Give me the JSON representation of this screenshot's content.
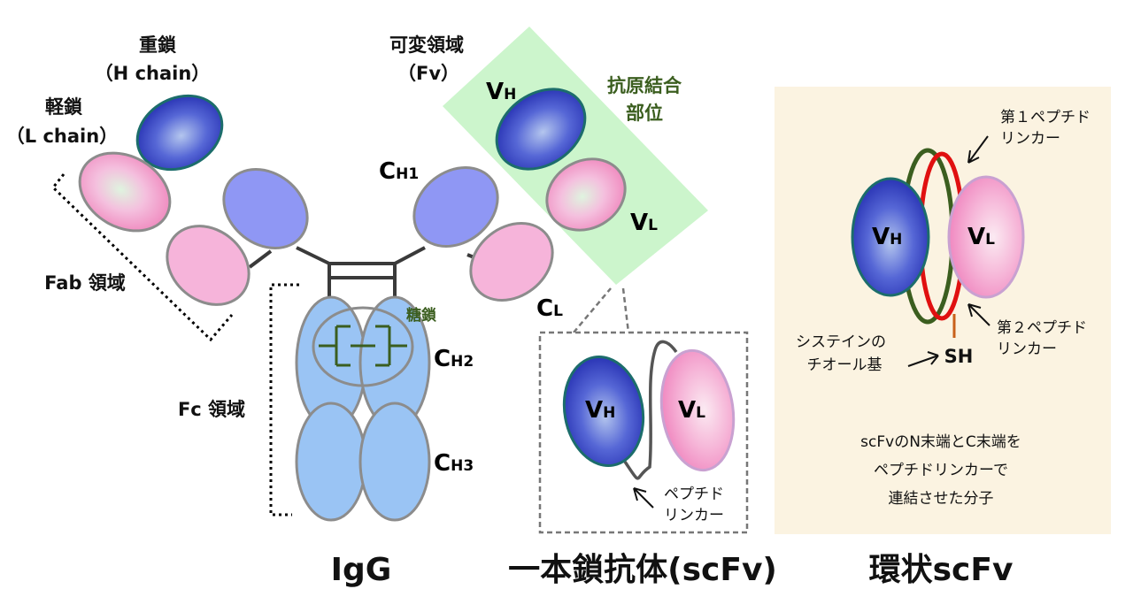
{
  "igg": {
    "heavy_chain_1": "重鎖",
    "heavy_chain_2": "（H chain）",
    "light_chain_1": "軽鎖",
    "light_chain_2": "（L chain）",
    "variable_region_1": "可変領域",
    "variable_region_2": "（Fv）",
    "antigen_binding_1": "抗原結合",
    "antigen_binding_2": "部位",
    "fab_region": "Fab 領域",
    "fc_region": "Fc 領域",
    "sugar_chain": "糖鎖",
    "caption": "IgG"
  },
  "domains": {
    "V": "V",
    "C": "C",
    "H": "H",
    "L": "L",
    "H1": "H1",
    "H2": "H2",
    "H3": "H3"
  },
  "scfv": {
    "linker_1": "ペプチド",
    "linker_2": "リンカー",
    "caption": "一本鎖抗体(scFv)"
  },
  "cyclic": {
    "linker1_1": "第１ペプチド",
    "linker1_2": "リンカー",
    "linker2_1": "第２ペプチド",
    "linker2_2": "リンカー",
    "thiol_1": "システインの",
    "thiol_2": "チオール基",
    "sh": "SH",
    "desc_1": "scFvのN末端とC末端を",
    "desc_2": "ペプチドリンカーで",
    "desc_3": "連結させた分子",
    "caption": "環状scFv"
  },
  "colors": {
    "vh_dark": "#2a35b5",
    "vh_light": "#8fa2e6",
    "vl_pink": "#f090c0",
    "vl_center": "#dff4df",
    "ch1_periwinkle": "#8f97f4",
    "cl_pink": "#f6b4da",
    "fc_blue": "#9ac4f4",
    "antigen_site_green": "#ccf5cc",
    "sugar_green": "#3b5e1f",
    "panel_cream": "#fbf3e1",
    "linker1_red": "#e01010",
    "linker2_olive": "#3b5e1f",
    "sh_orange": "#c8601a"
  }
}
